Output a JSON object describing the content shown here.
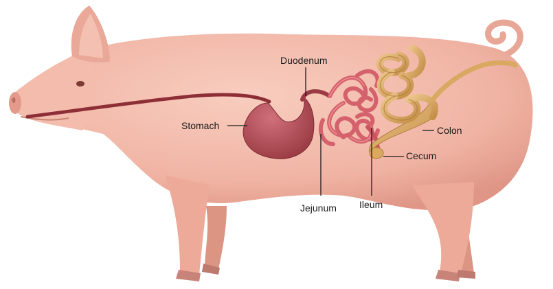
{
  "diagram": {
    "subject": "pig digestive tract",
    "labels": {
      "duodenum": "Duodenum",
      "stomach": "Stomach",
      "colon": "Colon",
      "cecum": "Cecum",
      "jejunum": "Jejunum",
      "ileum": "Ileum"
    },
    "colors": {
      "body": "#f2b8a8",
      "body_shade": "#e39a8a",
      "stomach": "#b14a52",
      "esophagus": "#8e2f38",
      "small_intestine": "#d4616b",
      "large_intestine": "#d9a861"
    }
  }
}
